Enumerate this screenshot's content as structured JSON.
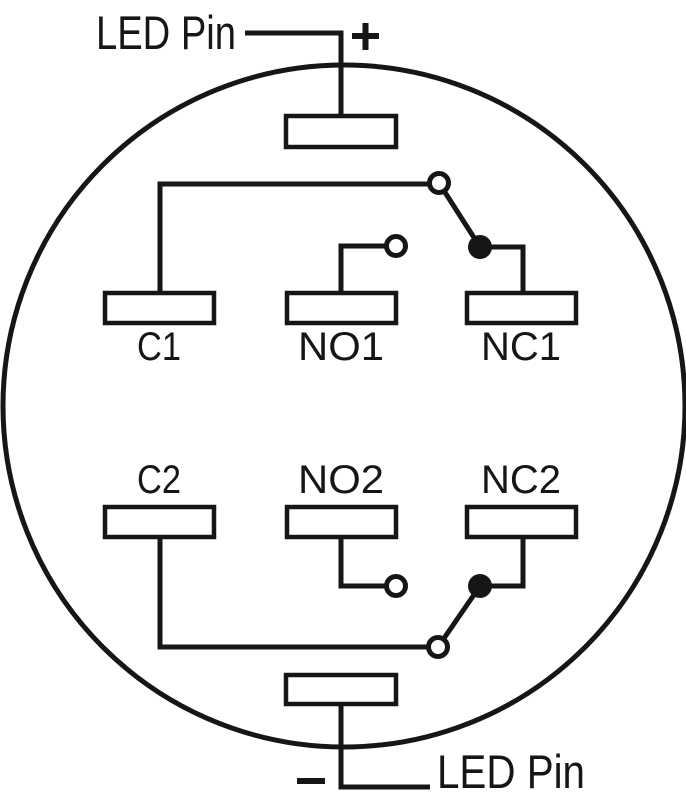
{
  "colors": {
    "ink": "#161616",
    "paper": "#ffffff"
  },
  "led_top": {
    "label": "LED Pin",
    "polarity": "+"
  },
  "led_bottom": {
    "label": "LED Pin",
    "polarity": "−"
  },
  "terminals": {
    "c1": "C1",
    "no1": "NO1",
    "nc1": "NC1",
    "c2": "C2",
    "no2": "NO2",
    "nc2": "NC2"
  }
}
